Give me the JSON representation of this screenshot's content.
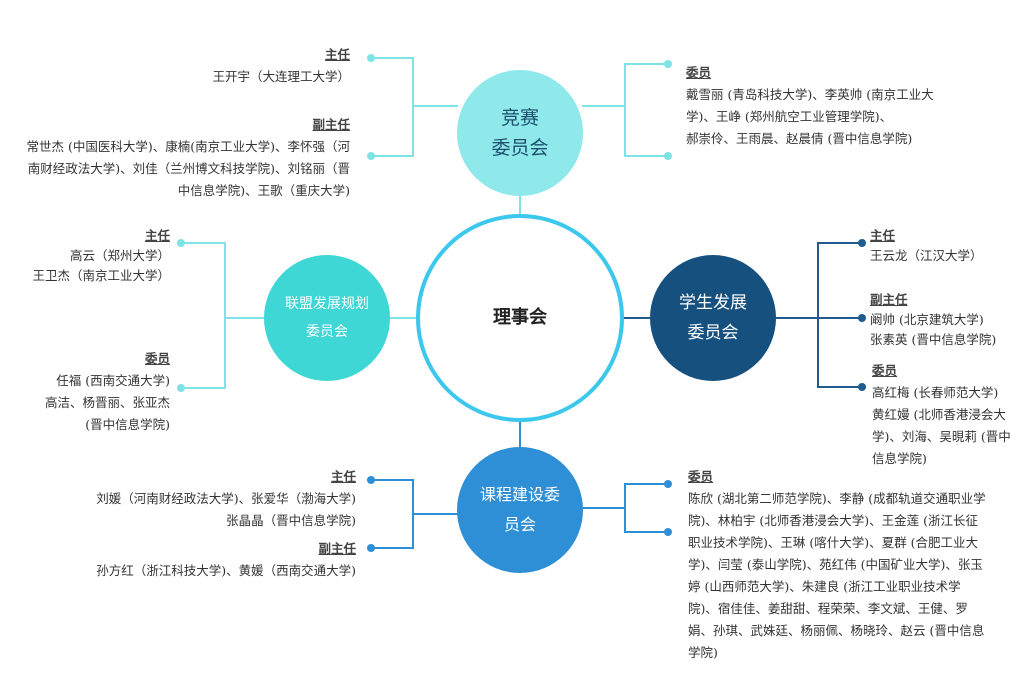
{
  "colors": {
    "competition": "#8fe9ea",
    "alliance": "#3fd6d6",
    "student": "#15507f",
    "course": "#2f8fd6",
    "center_stroke": "#3cc8ec"
  },
  "center": {
    "label": "理事会"
  },
  "competition": {
    "label_line1": "竞赛",
    "label_line2": "委员会",
    "director_title": "主任",
    "director": "王开宇（大连理工大学）",
    "deputy_title": "副主任",
    "deputy_lines": [
      "常世杰 (中国医科大学)、康楠(南京工业大学)、李怀强（河",
      "南财经政法大学)、刘佳（兰州博文科技学院)、刘铭丽（晋",
      "中信息学院)、王歌（重庆大学)"
    ],
    "member_title": "委员",
    "member_lines": [
      "戴雪丽 (青岛科技大学)、李英帅 (南京工业大",
      "学)、王峥 (郑州航空工业管理学院)、",
      "郝崇伶、王雨晨、赵晨倩 (晋中信息学院)"
    ]
  },
  "alliance": {
    "label_line1": "联盟发展规划",
    "label_line2": "委员会",
    "director_title": "主任",
    "director_lines": [
      "高云（郑州大学）",
      "王卫杰（南京工业大学）"
    ],
    "member_title": "委员",
    "member_lines": [
      "任福 (西南交通大学)",
      "高洁、杨晋丽、张亚杰",
      "(晋中信息学院)"
    ]
  },
  "student": {
    "label_line1": "学生发展",
    "label_line2": "委员会",
    "director_title": "主任",
    "director": "王云龙（江汉大学）",
    "deputy_title": "副主任",
    "deputy_lines": [
      "阚帅 (北京建筑大学)",
      "张素英 (晋中信息学院)"
    ],
    "member_title": "委员",
    "member_lines": [
      "高红梅 (长春师范大学)",
      "黄红嫚 (北师香港浸会大",
      "学)、刘海、吴晛莉 (晋中",
      "信息学院)"
    ]
  },
  "course": {
    "label_line1": "课程建设委",
    "label_line2": "员会",
    "director_title": "主任",
    "director_lines": [
      "刘媛（河南财经政法大学)、张爱华（渤海大学)",
      "张晶晶（晋中信息学院)"
    ],
    "deputy_title": "副主任",
    "deputy": "孙方红（浙江科技大学)、黄媛（西南交通大学)",
    "member_title": "委员",
    "member_lines": [
      "陈欣 (湖北第二师范学院)、李静 (成都轨道交通职业学",
      "院)、林柏宇 (北师香港浸会大学)、王金莲 (浙江长征",
      "职业技术学院)、王琳 (喀什大学)、夏群 (合肥工业大",
      "学)、闫莹 (泰山学院)、苑红伟 (中国矿业大学)、张玉",
      "婷 (山西师范大学)、朱建良 (浙江工业职业技术学",
      "院)、宿佳佳、姜甜甜、程荣荣、李文斌、王健、罗",
      "娟、孙琪、武姝廷、杨丽佩、杨晓玲、赵云 (晋中信息",
      "学院)"
    ]
  }
}
